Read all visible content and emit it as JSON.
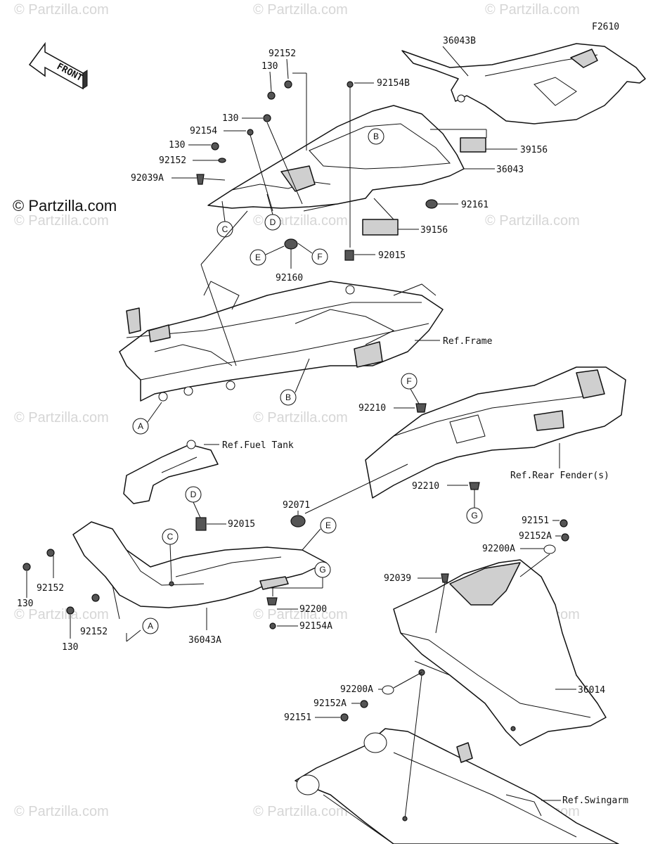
{
  "figure_code": "F2610",
  "copyright": "© Partzilla.com",
  "watermark": "© Partzilla.com",
  "front_arrow": "FRONT",
  "refs": {
    "frame": "Ref.Frame",
    "fuel_tank": "Ref.Fuel Tank",
    "rear_fender": "Ref.Rear Fender(s)",
    "swingarm": "Ref.Swingarm"
  },
  "parts": {
    "p36043B": "36043B",
    "p92152_top": "92152",
    "p130_top": "130",
    "p92154B": "92154B",
    "p130_b": "130",
    "p92154": "92154",
    "p130_c": "130",
    "p92152_c": "92152",
    "p92039A": "92039A",
    "p39156_top": "39156",
    "p36043": "36043",
    "p92161": "92161",
    "p39156_b": "39156",
    "p92015_top": "92015",
    "p92160": "92160",
    "p92210_a": "92210",
    "p92210_b": "92210",
    "p92071": "92071",
    "p92015_b": "92015",
    "p92151_a": "92151",
    "p92152A_a": "92152A",
    "p92200A_a": "92200A",
    "p92039": "92039",
    "p92152_left": "92152",
    "p130_left": "130",
    "p92152_left2": "92152",
    "p130_left2": "130",
    "p92200": "92200",
    "p92154A": "92154A",
    "p36043A": "36043A",
    "p92200A_b": "92200A",
    "p36014": "36014",
    "p92152A_b": "92152A",
    "p92151_b": "92151"
  },
  "callouts": {
    "A1": "A",
    "A2": "A",
    "B1": "B",
    "B2": "B",
    "C1": "C",
    "C2": "C",
    "D1": "D",
    "D2": "D",
    "E1": "E",
    "E2": "E",
    "F1": "F",
    "F2": "F",
    "G1": "G",
    "G2": "G"
  }
}
